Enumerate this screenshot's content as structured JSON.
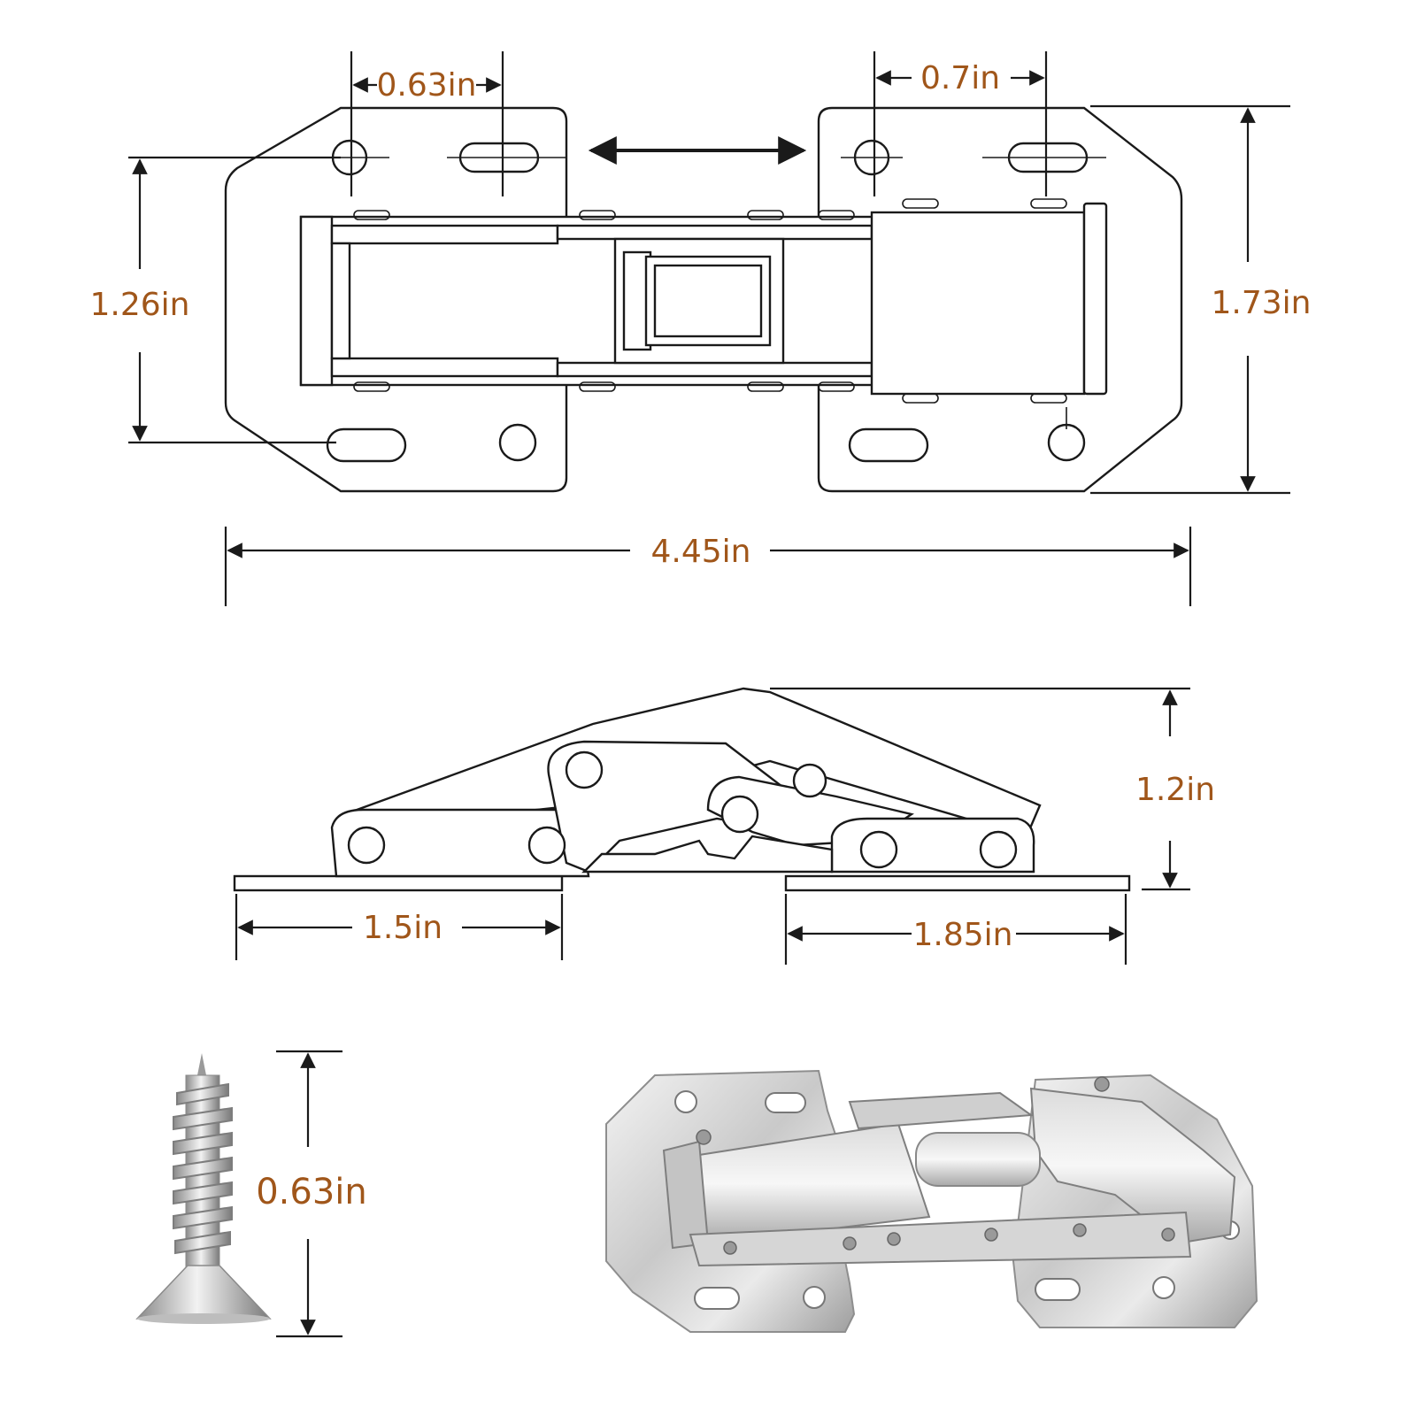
{
  "accent_color": "#a0561a",
  "dimensions": {
    "top_hole_left": "0.63in",
    "top_hole_right": "0.7in",
    "height_left": "1.26in",
    "height_right": "1.73in",
    "overall_width": "4.45in",
    "side_height": "1.2in",
    "side_left_plate": "1.5in",
    "side_right_plate": "1.85in",
    "screw_length": "0.63in"
  }
}
